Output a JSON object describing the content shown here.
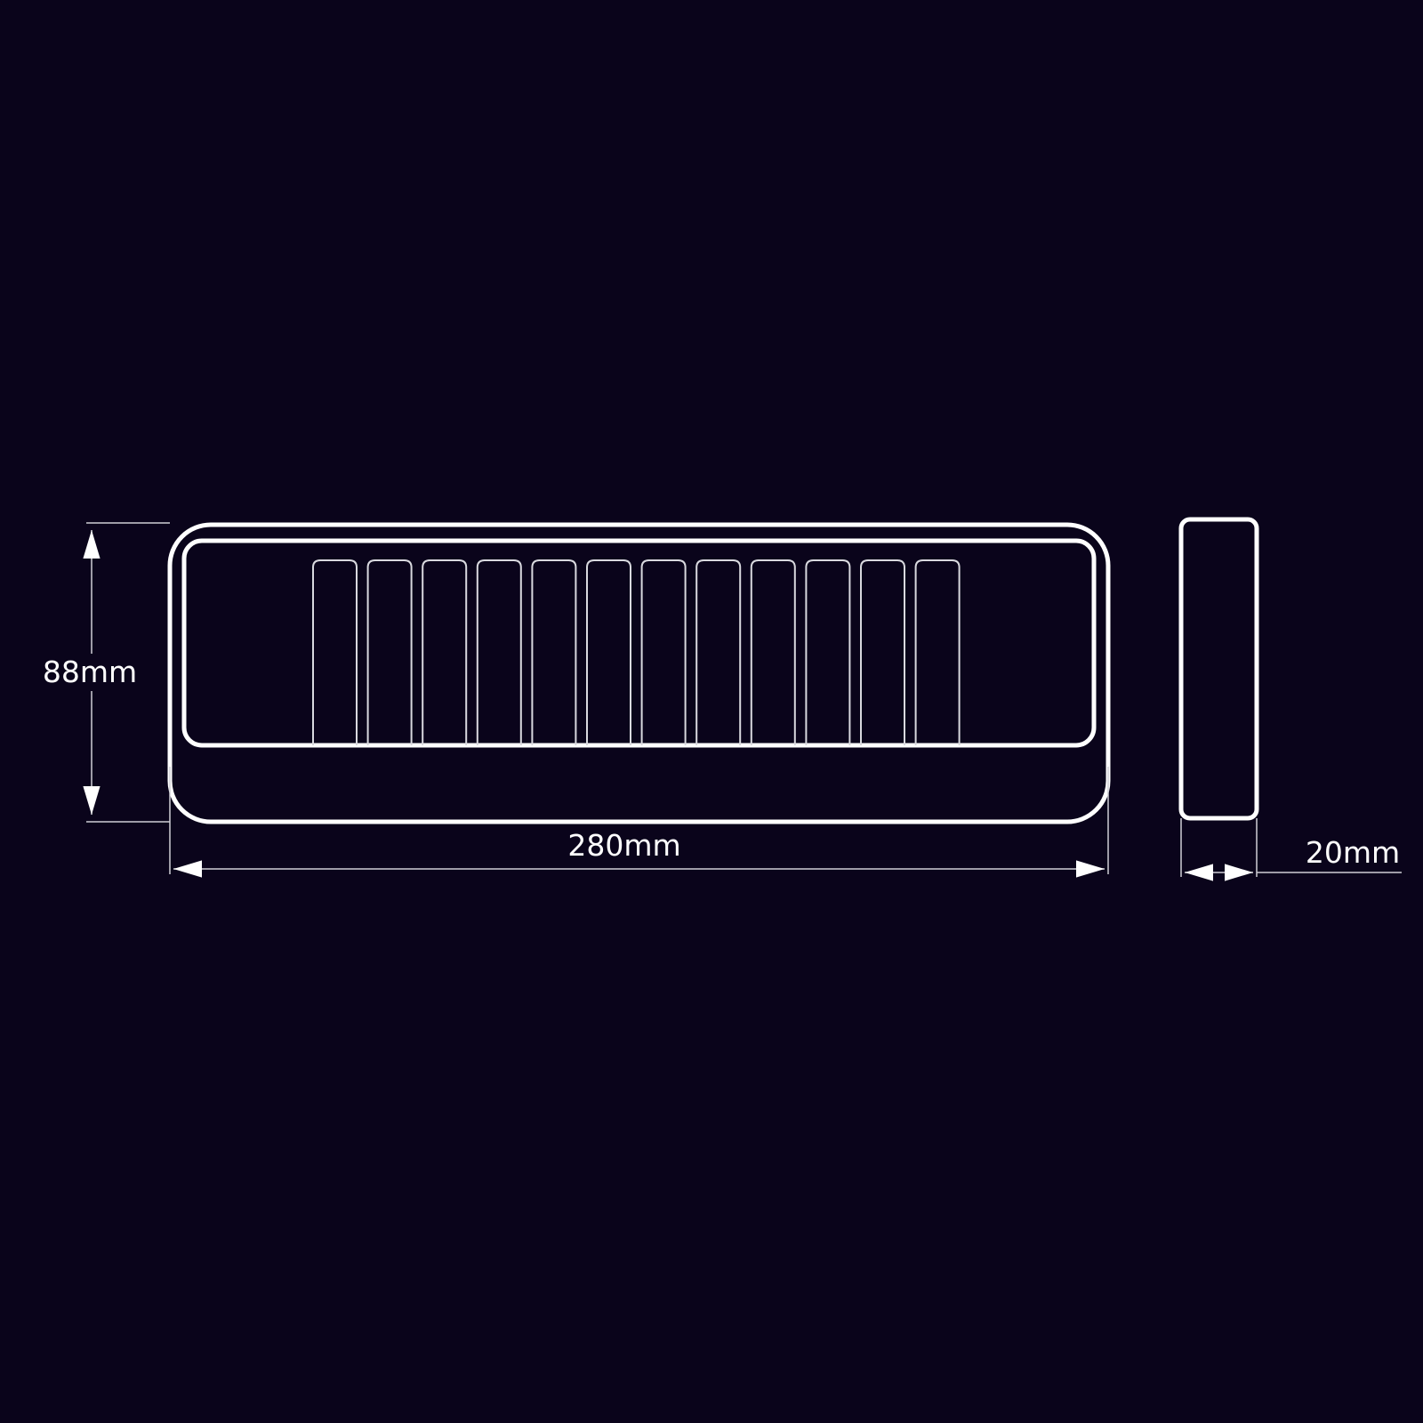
{
  "colors": {
    "background": "#0a041b",
    "outline": "#ffffff",
    "dimension_line": "#cfcfd6"
  },
  "dimensions": {
    "height_label": "88mm",
    "width_label": "280mm",
    "depth_label": "20mm"
  },
  "front_view": {
    "slot_count": 12
  }
}
